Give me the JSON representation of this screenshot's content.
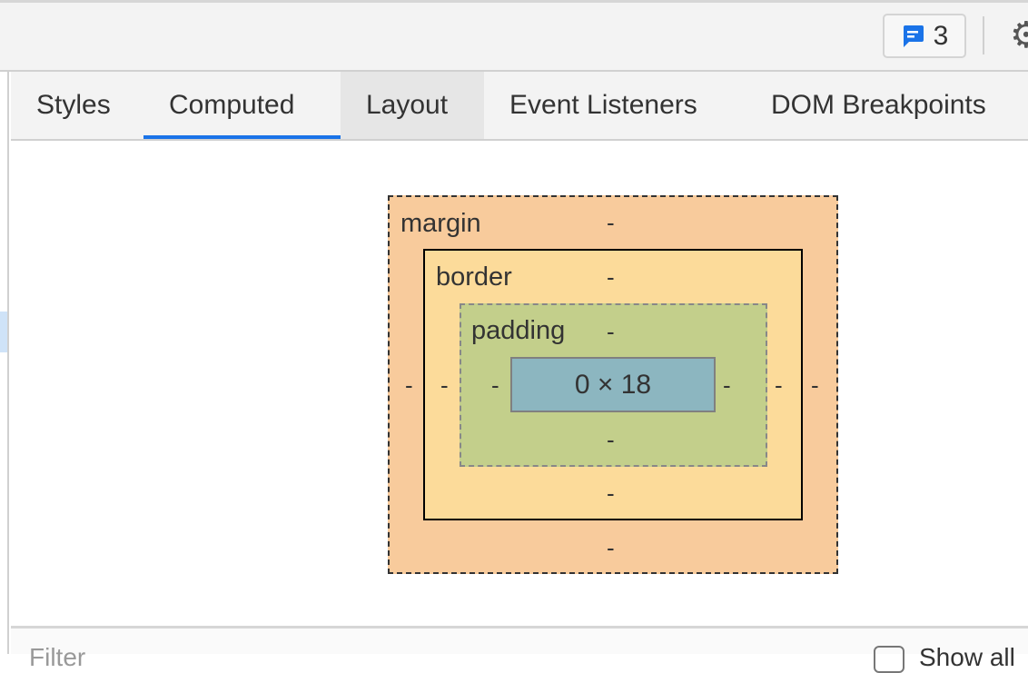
{
  "toolbar": {
    "issues_count": "3",
    "issues_icon": "message-icon",
    "settings_icon": "gear-icon"
  },
  "tabs": [
    {
      "label": "Styles"
    },
    {
      "label": "Computed",
      "active": true
    },
    {
      "label": "Layout"
    },
    {
      "label": "Event Listeners"
    },
    {
      "label": "DOM Breakpoints"
    }
  ],
  "box_model": {
    "margin": {
      "label": "margin",
      "top": "-",
      "right": "-",
      "bottom": "-",
      "left": "-"
    },
    "border": {
      "label": "border",
      "top": "-",
      "right": "-",
      "bottom": "-",
      "left": "-"
    },
    "padding": {
      "label": "padding",
      "top": "-",
      "right": "-",
      "bottom": "-",
      "left": "-"
    },
    "content": "0 × 18",
    "colors": {
      "margin": "#f8cb9c",
      "border": "#fcdb9a",
      "padding": "#c3cf8b",
      "content": "#8cb6c0"
    }
  },
  "filter": {
    "placeholder": "Filter",
    "show_all_label": "Show all"
  }
}
